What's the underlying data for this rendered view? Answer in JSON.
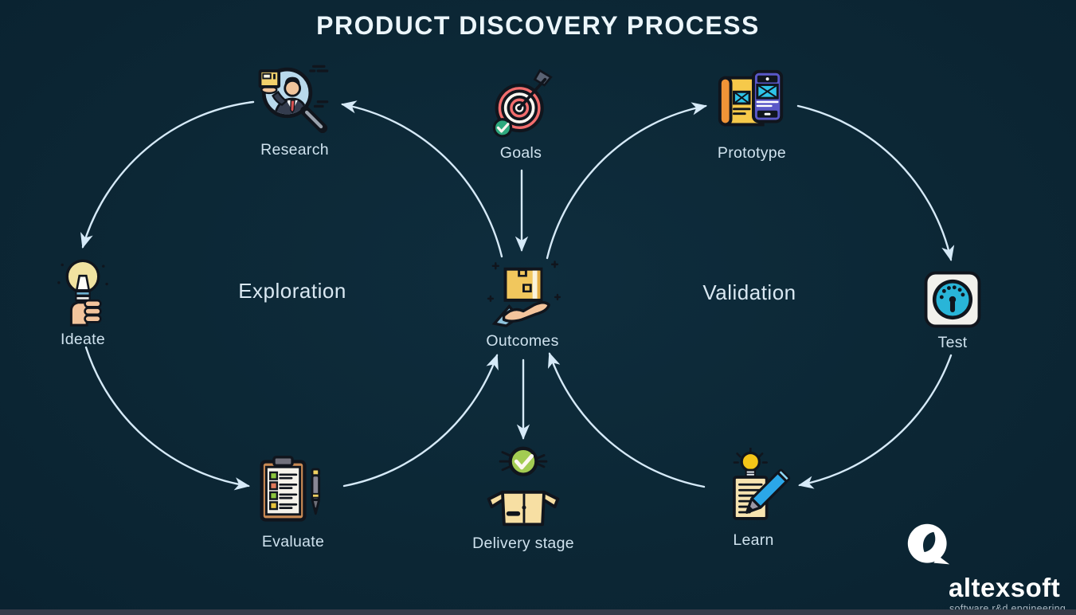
{
  "title": "PRODUCT DISCOVERY PROCESS",
  "loops": {
    "left": "Exploration",
    "right": "Validation"
  },
  "nodes": {
    "research": {
      "label": "Research"
    },
    "goals": {
      "label": "Goals"
    },
    "prototype": {
      "label": "Prototype"
    },
    "ideate": {
      "label": "Ideate"
    },
    "outcomes": {
      "label": "Outcomes"
    },
    "test": {
      "label": "Test"
    },
    "evaluate": {
      "label": "Evaluate"
    },
    "delivery": {
      "label": "Delivery stage"
    },
    "learn": {
      "label": "Learn"
    }
  },
  "logo": {
    "brand": "altexsoft",
    "tagline": "software r&d engineering"
  },
  "colors": {
    "background": "#0c2735",
    "arrow": "#d6eaf8",
    "node_label": "#cfe2ee",
    "title_text": "#ecf6fb",
    "footer_bar": "#373c49",
    "icon_outline": "#10151d"
  }
}
